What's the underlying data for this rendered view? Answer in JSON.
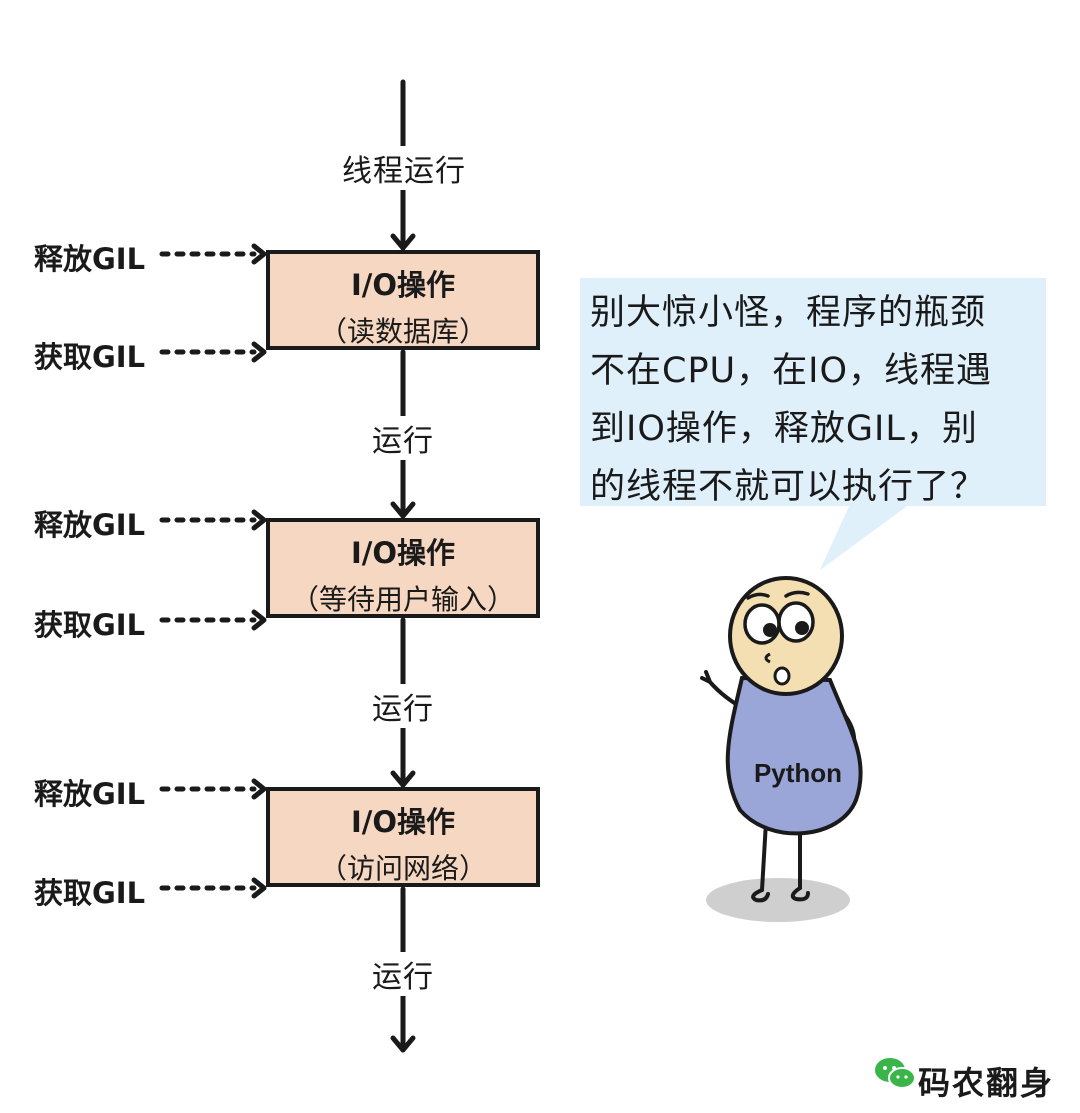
{
  "steps": [
    {
      "run_label": "线程运行",
      "io_title": "I/O操作",
      "io_detail": "（读数据库）",
      "release": "释放GIL",
      "acquire": "获取GIL"
    },
    {
      "run_label": "运行",
      "io_title": "I/O操作",
      "io_detail": "（等待用户输入）",
      "release": "释放GIL",
      "acquire": "获取GIL"
    },
    {
      "run_label": "运行",
      "io_title": "I/O操作",
      "io_detail": "（访问网络）",
      "release": "释放GIL",
      "acquire": "获取GIL"
    }
  ],
  "final_run_label": "运行",
  "bubble": {
    "lines": [
      "别大惊小怪，程序的瓶颈",
      "不在CPU，在IO，线程遇",
      "到IO操作，释放GIL，别",
      "的线程不就可以执行了？"
    ],
    "color": "#dff0fb"
  },
  "character": {
    "label": "Python",
    "body_color": "#9aa6d8",
    "head_color": "#f4dfb2"
  },
  "watermark": {
    "text": "码农翻身",
    "icon": "wechat-icon",
    "icon_color": "#39b54a"
  },
  "colors": {
    "box_fill": "#f6d8c2",
    "line": "#1a1a1a"
  }
}
